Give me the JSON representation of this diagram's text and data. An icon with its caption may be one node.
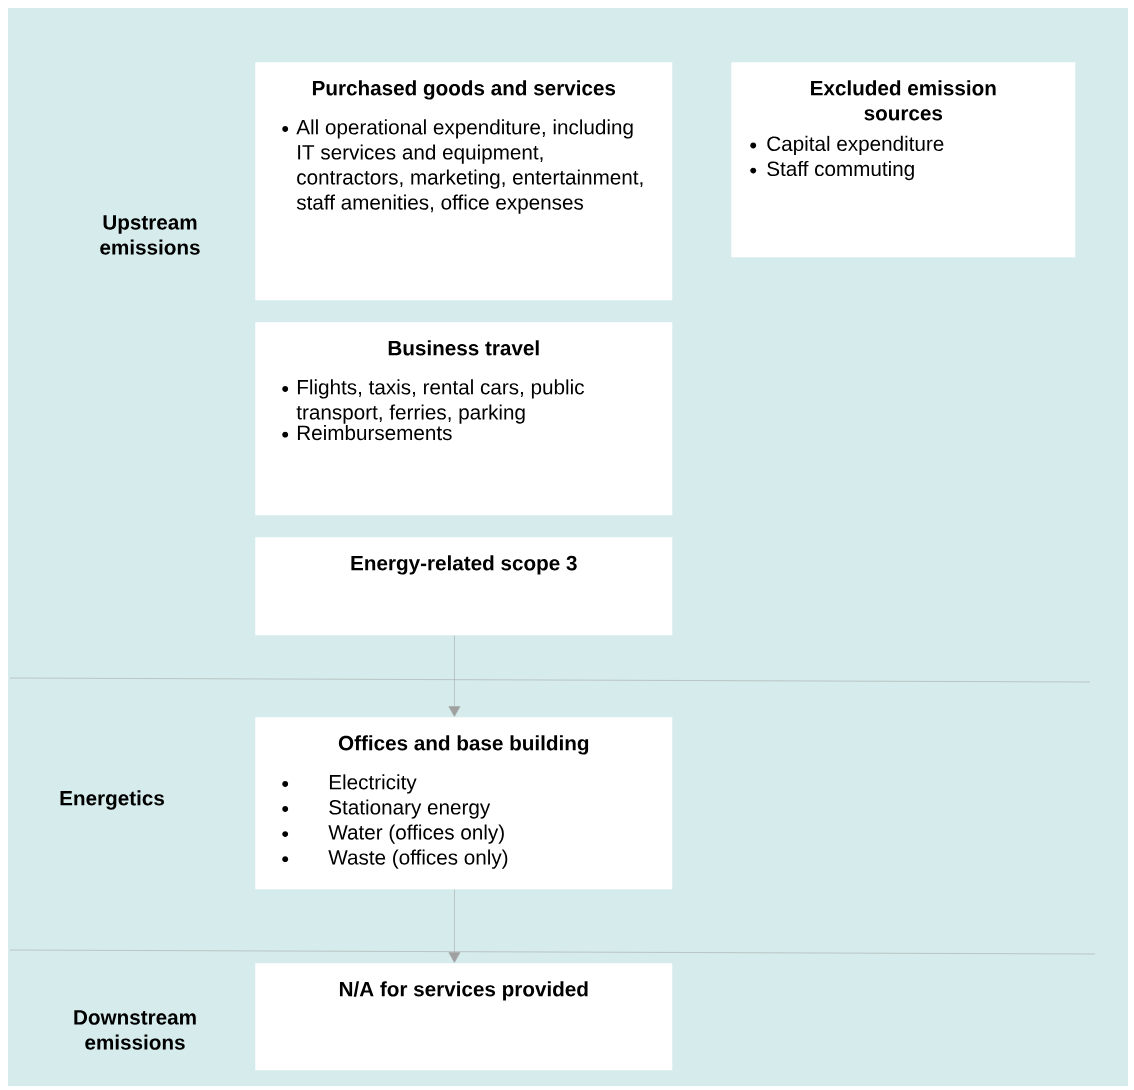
{
  "diagram": {
    "nodes": [
      {
        "text": [
          "Purchased goods and services",
          "All operational expenditure, including IT services and equipment, contractors, marketing, entertainment, staff amenities, office expenses"
        ]
      },
      {
        "text": [
          "Excluded emission sources",
          "Capital expenditure",
          "Staff commuting"
        ]
      },
      {
        "text": [
          "Business travel",
          "Flights, taxis, rental cars, public transport, ferries, parking",
          "Reimbursements"
        ]
      },
      {
        "text": [
          "Energy-related scope 3"
        ]
      },
      {
        "text": [
          "Offices and base building",
          "Electricity",
          "Stationary energy",
          "Water (offices only)",
          "Waste (offices only)"
        ]
      },
      {
        "text": [
          "N/A for services provided"
        ]
      }
    ],
    "edges": [
      {
        "from": 3,
        "to": 4,
        "arrow": "to"
      },
      {
        "from": 4,
        "to": 5,
        "arrow": "to"
      }
    ],
    "labels": [
      "Upstream emissions",
      "Energetics",
      "Downstream emissions"
    ]
  }
}
